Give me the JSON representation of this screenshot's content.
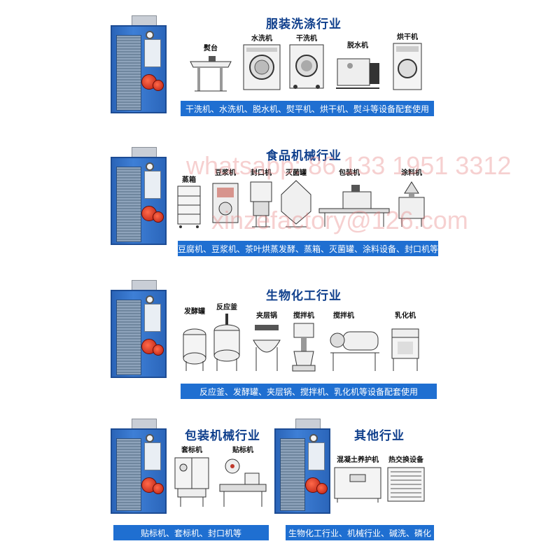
{
  "sections": {
    "garment": {
      "title": "服装洗涤行业",
      "banner": "干洗机、水洗机、脱水机、熨平机、烘干机、熨斗等设备配套使用",
      "items": [
        "熨台",
        "水洗机",
        "干洗机",
        "脱水机",
        "烘干机"
      ]
    },
    "food": {
      "title": "食品机械行业",
      "banner": "豆腐机、豆浆机、茶叶烘蒸发酵、蒸箱、灭菌罐、涂料设备、封口机等",
      "items": [
        "蒸箱",
        "豆浆机",
        "封口机",
        "灭菌罐",
        "包装机",
        "涂料机"
      ]
    },
    "chem": {
      "title": "生物化工行业",
      "banner": "反应釜、发酵罐、夹层锅、搅拌机、乳化机等设备配套使用",
      "items": [
        "发酵罐",
        "反应釜",
        "夹层锅",
        "搅拌机",
        "搅拌机",
        "乳化机"
      ]
    },
    "packaging": {
      "title": "包装机械行业",
      "banner": "贴标机、套标机、封口机等",
      "items": [
        "套标机",
        "贴标机"
      ]
    },
    "other": {
      "title": "其他行业",
      "banner": "生物化工行业、机械行业、碱洗、磷化",
      "items": [
        "混凝土养护机",
        "热交换设备"
      ]
    }
  },
  "watermarks": {
    "phone": "whatsapp: 86 133 1951 3312",
    "email": "xinzefactory@126.com"
  },
  "colors": {
    "accent": "#1f6fd1",
    "title": "#0f3f8c",
    "cabinet": "#2f6fc4",
    "burner": "#d0281a"
  }
}
